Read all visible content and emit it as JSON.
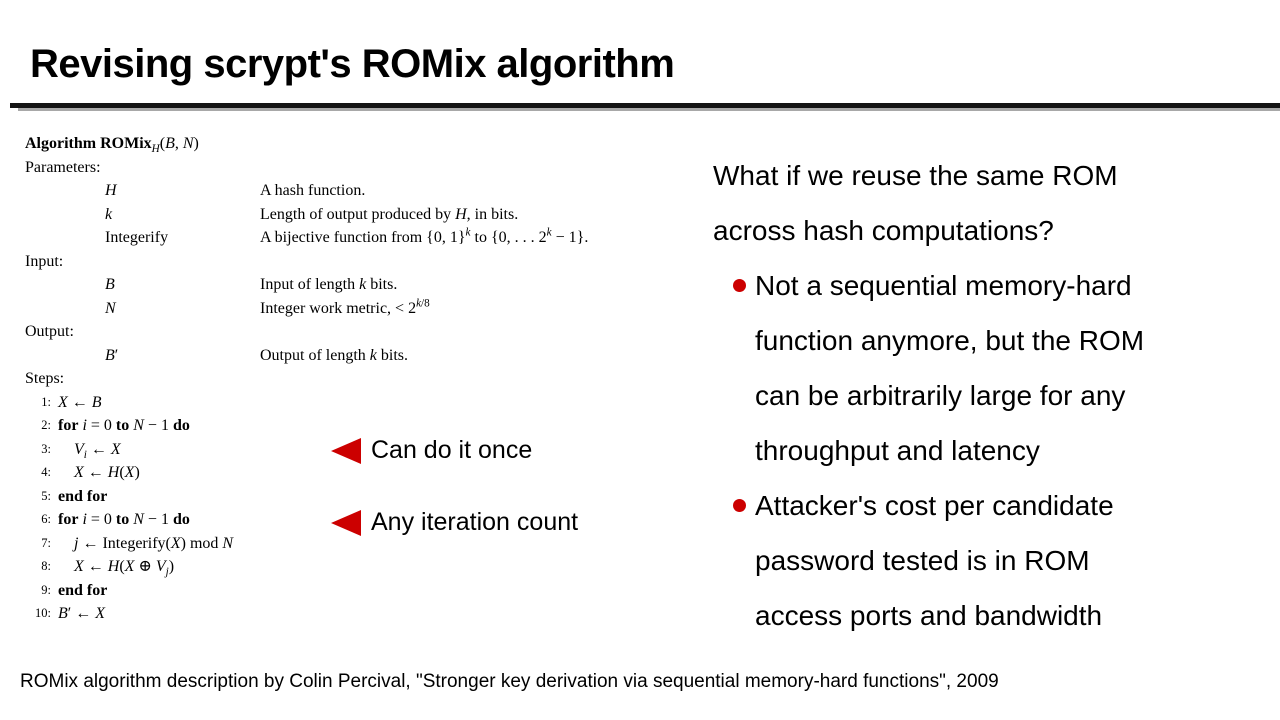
{
  "colors": {
    "accent-red": "#cc0000",
    "rule-dark": "#141414",
    "rule-shadow": "#a8a8a8"
  },
  "slide": {
    "title": "Revising scrypt's ROMix algorithm",
    "footer": "ROMix algorithm description by Colin Percival, \"Stronger key derivation via sequential memory-hard functions\", 2009"
  },
  "algorithm": {
    "header_html": "<b>Algorithm ROMix</b><sub><i>H</i></sub>(<i>B</i>, <i>N</i>)",
    "parameters": {
      "label": "Parameters:",
      "rows": [
        {
          "term_html": "<i>H</i>",
          "desc_html": "A hash function."
        },
        {
          "term_html": "<i>k</i>",
          "desc_html": "Length of output produced by <i>H</i>, in bits."
        },
        {
          "term_html": "Integerify",
          "desc_html": "A bijective function from {0, 1}<sup><i>k</i></sup> to {0, . . . 2<sup><i>k</i></sup> − 1}."
        }
      ]
    },
    "input": {
      "label": "Input:",
      "rows": [
        {
          "term_html": "<i>B</i>",
          "desc_html": "Input of length <i>k</i> bits."
        },
        {
          "term_html": "<i>N</i>",
          "desc_html": "Integer work metric, &lt; 2<sup><i>k</i>/8</sup>"
        }
      ]
    },
    "output": {
      "label": "Output:",
      "rows": [
        {
          "term_html": "<i>B</i>′",
          "desc_html": "Output of length <i>k</i> bits."
        }
      ]
    },
    "steps": {
      "label": "Steps:",
      "lines": [
        {
          "num": "1:",
          "indent": 0,
          "html": "<i>X</i> ← <i>B</i>"
        },
        {
          "num": "2:",
          "indent": 0,
          "html": "<b>for</b> <i>i</i> = 0 <b>to</b> <i>N</i> − 1 <b>do</b>"
        },
        {
          "num": "3:",
          "indent": 1,
          "html": "<i>V</i><sub><i>i</i></sub> ← <i>X</i>"
        },
        {
          "num": "4:",
          "indent": 1,
          "html": "<i>X</i> ← <i>H</i>(<i>X</i>)"
        },
        {
          "num": "5:",
          "indent": 0,
          "html": "<b>end for</b>"
        },
        {
          "num": "6:",
          "indent": 0,
          "html": "<b>for</b> <i>i</i> = 0 <b>to</b> <i>N</i> − 1 <b>do</b>"
        },
        {
          "num": "7:",
          "indent": 1,
          "html": "<i>j</i> ← Integerify(<i>X</i>) mod <i>N</i>"
        },
        {
          "num": "8:",
          "indent": 1,
          "html": "<i>X</i> ← <i>H</i>(<i>X</i> ⊕ <i>V</i><sub><i>j</i></sub>)"
        },
        {
          "num": "9:",
          "indent": 0,
          "html": "<b>end for</b>"
        },
        {
          "num": "10:",
          "indent": 0,
          "html": "<i>B</i>′ ← <i>X</i>"
        }
      ]
    }
  },
  "annotations": [
    {
      "icon": "left-arrow",
      "label": "Can do it once"
    },
    {
      "icon": "left-arrow",
      "label": "Any iteration count"
    }
  ],
  "discussion": {
    "intro": "What if we reuse the same ROM across hash computations?",
    "bullets": [
      "Not a sequential memory-hard function anymore, but the ROM can be arbitrarily large for any throughput and latency",
      "Attacker's cost per candidate password tested is in ROM access ports and bandwidth"
    ]
  }
}
